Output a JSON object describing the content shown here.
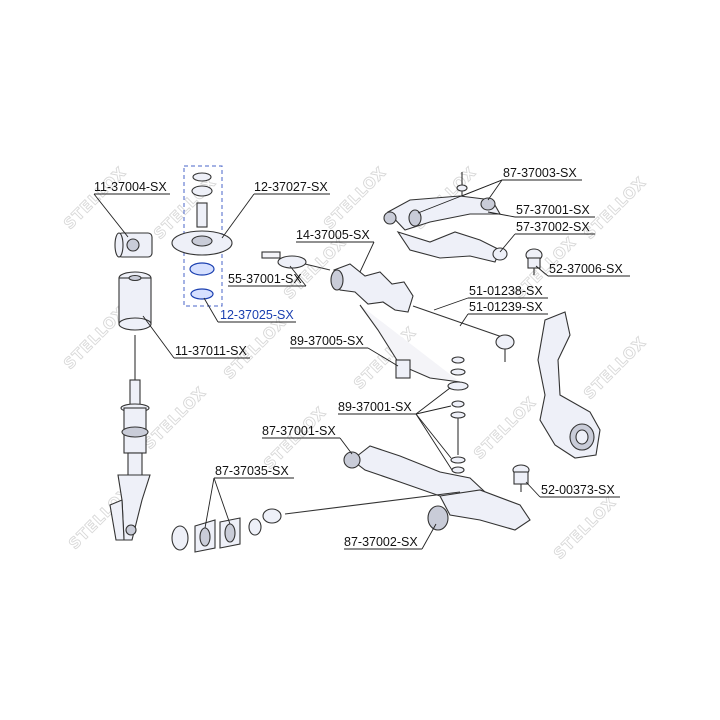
{
  "watermark": "STELLOX",
  "parts": [
    {
      "id": "p01",
      "label": "11-37004-SX"
    },
    {
      "id": "p02",
      "label": "12-37027-SX"
    },
    {
      "id": "p03",
      "label": "87-37003-SX"
    },
    {
      "id": "p04",
      "label": "57-37001-SX"
    },
    {
      "id": "p05",
      "label": "57-37002-SX"
    },
    {
      "id": "p06",
      "label": "14-37005-SX"
    },
    {
      "id": "p07",
      "label": "55-37001-SX"
    },
    {
      "id": "p08",
      "label": "52-37006-SX"
    },
    {
      "id": "p09",
      "label": "12-37025-SX",
      "highlight": true
    },
    {
      "id": "p10",
      "label": "51-01238-SX"
    },
    {
      "id": "p11",
      "label": "51-01239-SX"
    },
    {
      "id": "p12",
      "label": "11-37011-SX"
    },
    {
      "id": "p13",
      "label": "89-37005-SX"
    },
    {
      "id": "p14",
      "label": "89-37001-SX"
    },
    {
      "id": "p15",
      "label": "87-37001-SX"
    },
    {
      "id": "p16",
      "label": "87-37035-SX"
    },
    {
      "id": "p17",
      "label": "52-00373-SX"
    },
    {
      "id": "p18",
      "label": "87-37002-SX"
    }
  ],
  "colors": {
    "highlight": "#1a3fb0",
    "ink": "#222222",
    "watermark": "#d8d8d8"
  }
}
